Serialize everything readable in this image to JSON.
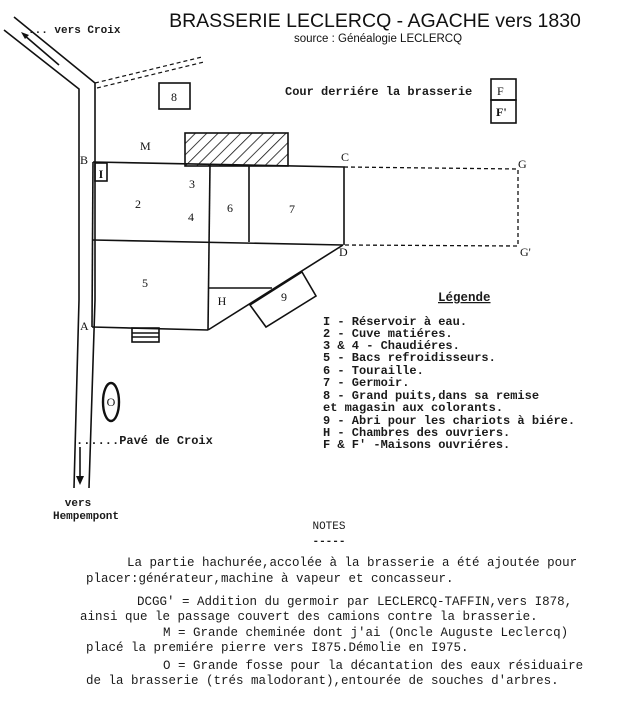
{
  "header": {
    "title": "BRASSERIE LECLERCQ - AGACHE vers 1830",
    "source": "source : Généalogie LECLERCQ"
  },
  "map": {
    "road_top": "... vers Croix",
    "road_mid": "......Pavé de Croix",
    "road_bottom_1": "vers",
    "road_bottom_2": "Hempempont",
    "cour": "Cour derriére la brasserie",
    "points": {
      "A": "A",
      "B": "B",
      "C": "C",
      "D": "D",
      "G": "G",
      "G2": "G'",
      "M": "M"
    },
    "buildings": {
      "b1": "I",
      "b2": "2",
      "b3": "3",
      "b4": "4",
      "b5": "5",
      "b6": "6",
      "b7": "7",
      "b8": "8",
      "b9": "9",
      "H": "H",
      "F": "F",
      "F2": "F'",
      "O": "O"
    }
  },
  "legend": {
    "title": "Légende",
    "items": [
      "I - Réservoir à eau.",
      "2 - Cuve matiéres.",
      "3 & 4 - Chaudiéres.",
      "5 - Bacs refroidisseurs.",
      "6 - Touraille.",
      "7 - Germoir.",
      "8 - Grand puits,dans sa remise",
      "    et magasin aux colorants.",
      "9 - Abri pour les chariots à biére.",
      "H - Chambres des ouvriers.",
      "F & F' -Maisons ouvriéres."
    ]
  },
  "notes": {
    "title": "NOTES",
    "underline": "-----",
    "lines": [
      "La partie hachurée,accolée à la brasserie a été ajoutée pour",
      "placer:générateur,machine à vapeur et concasseur.",
      "DCGG' = Addition du germoir par LECLERCQ-TAFFIN,vers I878,",
      "ainsi que le passage couvert des camions contre la brasserie.",
      "M  = Grande cheminée dont j'ai (Oncle Auguste Leclercq)",
      "placé la premiére pierre vers I875.Démolie en I975.",
      "O =  Grande fosse pour la décantation des eaux résiduaire",
      "de la brasserie (trés malodorant),entourée de souches d'arbres."
    ]
  }
}
